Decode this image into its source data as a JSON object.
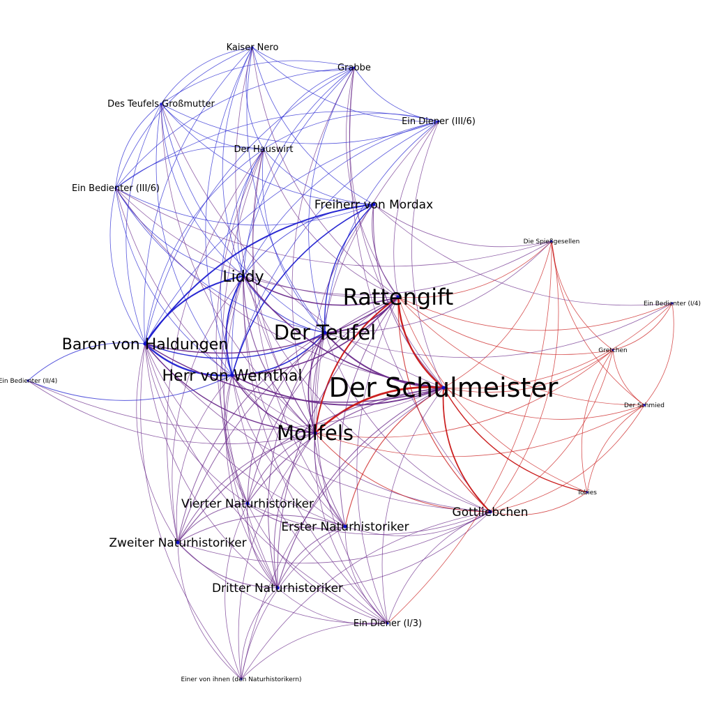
{
  "nodes": [
    {
      "id": "kaiser_nero",
      "label": "Kaiser Nero",
      "weight": 1
    },
    {
      "id": "grabbe",
      "label": "Grabbe",
      "weight": 1
    },
    {
      "id": "teufels_grossmutter",
      "label": "Des Teufels Großmutter",
      "weight": 1
    },
    {
      "id": "diener_iii6",
      "label": "Ein Diener (III/6)",
      "weight": 1
    },
    {
      "id": "hauswirt",
      "label": "Der Hauswirt",
      "weight": 1
    },
    {
      "id": "bedienter_iii6",
      "label": "Ein Bedienter (III/6)",
      "weight": 1
    },
    {
      "id": "mordax",
      "label": "Freiherr von Mordax",
      "weight": 2
    },
    {
      "id": "spiessgesellen",
      "label": "Die Spießgesellen",
      "weight": 0
    },
    {
      "id": "liddy",
      "label": "Liddy",
      "weight": 3
    },
    {
      "id": "rattengift",
      "label": "Rattengift",
      "weight": 5
    },
    {
      "id": "bedienter_i4",
      "label": "Ein Bedienter (I/4)",
      "weight": 0
    },
    {
      "id": "teufel",
      "label": "Der Teufel",
      "weight": 4
    },
    {
      "id": "haldungen",
      "label": "Baron von Haldungen",
      "weight": 3
    },
    {
      "id": "gretchen",
      "label": "Gretchen",
      "weight": 0
    },
    {
      "id": "bedienter_ii4",
      "label": "Ein Bedienter (II/4)",
      "weight": 0
    },
    {
      "id": "wernthal",
      "label": "Herr von Wernthal",
      "weight": 3
    },
    {
      "id": "schulmeister",
      "label": "Der Schulmeister",
      "weight": 6
    },
    {
      "id": "schmied",
      "label": "Der Schmied",
      "weight": 0
    },
    {
      "id": "mollfels",
      "label": "Mollfels",
      "weight": 4
    },
    {
      "id": "tobies",
      "label": "Tobies",
      "weight": 0
    },
    {
      "id": "vierter",
      "label": "Vierter Naturhistoriker",
      "weight": 2
    },
    {
      "id": "gottliebchen",
      "label": "Gottliebchen",
      "weight": 2
    },
    {
      "id": "erster",
      "label": "Erster Naturhistoriker",
      "weight": 2
    },
    {
      "id": "zweiter",
      "label": "Zweiter Naturhistoriker",
      "weight": 2
    },
    {
      "id": "dritter",
      "label": "Dritter Naturhistoriker",
      "weight": 2
    },
    {
      "id": "diener_i3",
      "label": "Ein Diener (I/3)",
      "weight": 1
    },
    {
      "id": "einer_von_ihnen",
      "label": "Einer von ihnen (den Naturhistorikern)",
      "weight": 0
    }
  ],
  "colors": {
    "blue": "#1f1fd0",
    "purple": "#6a2a8a",
    "red": "#c81414",
    "node": "#1010c8"
  }
}
